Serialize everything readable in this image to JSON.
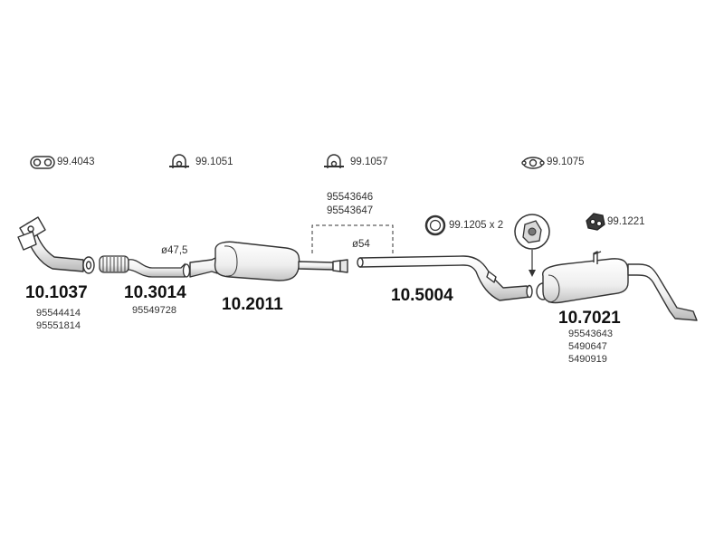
{
  "accessories": [
    {
      "code": "99.4043",
      "icon": "double-ring-gasket-icon"
    },
    {
      "code": "99.1051",
      "icon": "u-bolt-clamp-icon"
    },
    {
      "code": "99.1057",
      "icon": "u-bolt-clamp-icon"
    },
    {
      "code": "99.1075",
      "icon": "flange-gasket-icon"
    },
    {
      "code": "99.1205 x 2",
      "icon": "o-ring-gasket-icon"
    },
    {
      "code": "99.1221",
      "icon": "rubber-hanger-icon"
    }
  ],
  "parts": [
    {
      "code": "10.1037",
      "oem": [
        "95544414",
        "95551814"
      ]
    },
    {
      "code": "10.3014",
      "oem": [
        "95549728"
      ]
    },
    {
      "code": "10.2011",
      "oem": []
    },
    {
      "code": "10.5004",
      "oem": []
    },
    {
      "code": "10.7021",
      "oem": [
        "95543643",
        "5490647",
        "5490919"
      ]
    }
  ],
  "extra_oem": [
    "95543646",
    "95543647"
  ],
  "dimensions": {
    "d1": "ø47,5",
    "d2": "ø54"
  },
  "colors": {
    "line": "#333333",
    "fill": "#f2f2f2",
    "shade": "#bdbdbd"
  }
}
